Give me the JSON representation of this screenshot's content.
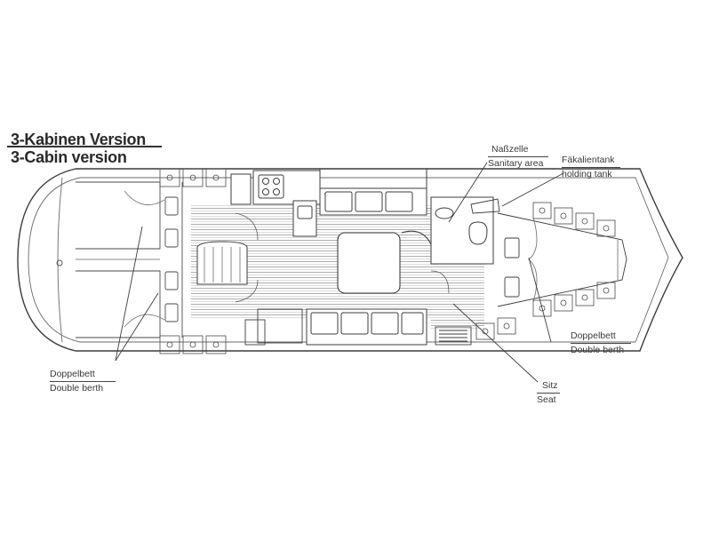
{
  "title": {
    "german": "3-Kabinen Version",
    "english": "3-Cabin version"
  },
  "labels": {
    "sanitary": {
      "german": "Naßzelle",
      "english": "Sanitary area"
    },
    "holding_tank": {
      "german": "Fäkalientank",
      "english": "holding tank"
    },
    "double_berth_aft": {
      "german": "Doppelbett",
      "english": "Double berth"
    },
    "double_berth_fwd": {
      "german": "Doppelbett",
      "english": "Double berth"
    },
    "seat": {
      "german": "Sitz",
      "english": "Seat"
    }
  },
  "colors": {
    "line": "#3c3c3c",
    "light_line": "#8a8a8a",
    "floor": "#9a9a9a",
    "background": "#ffffff"
  }
}
